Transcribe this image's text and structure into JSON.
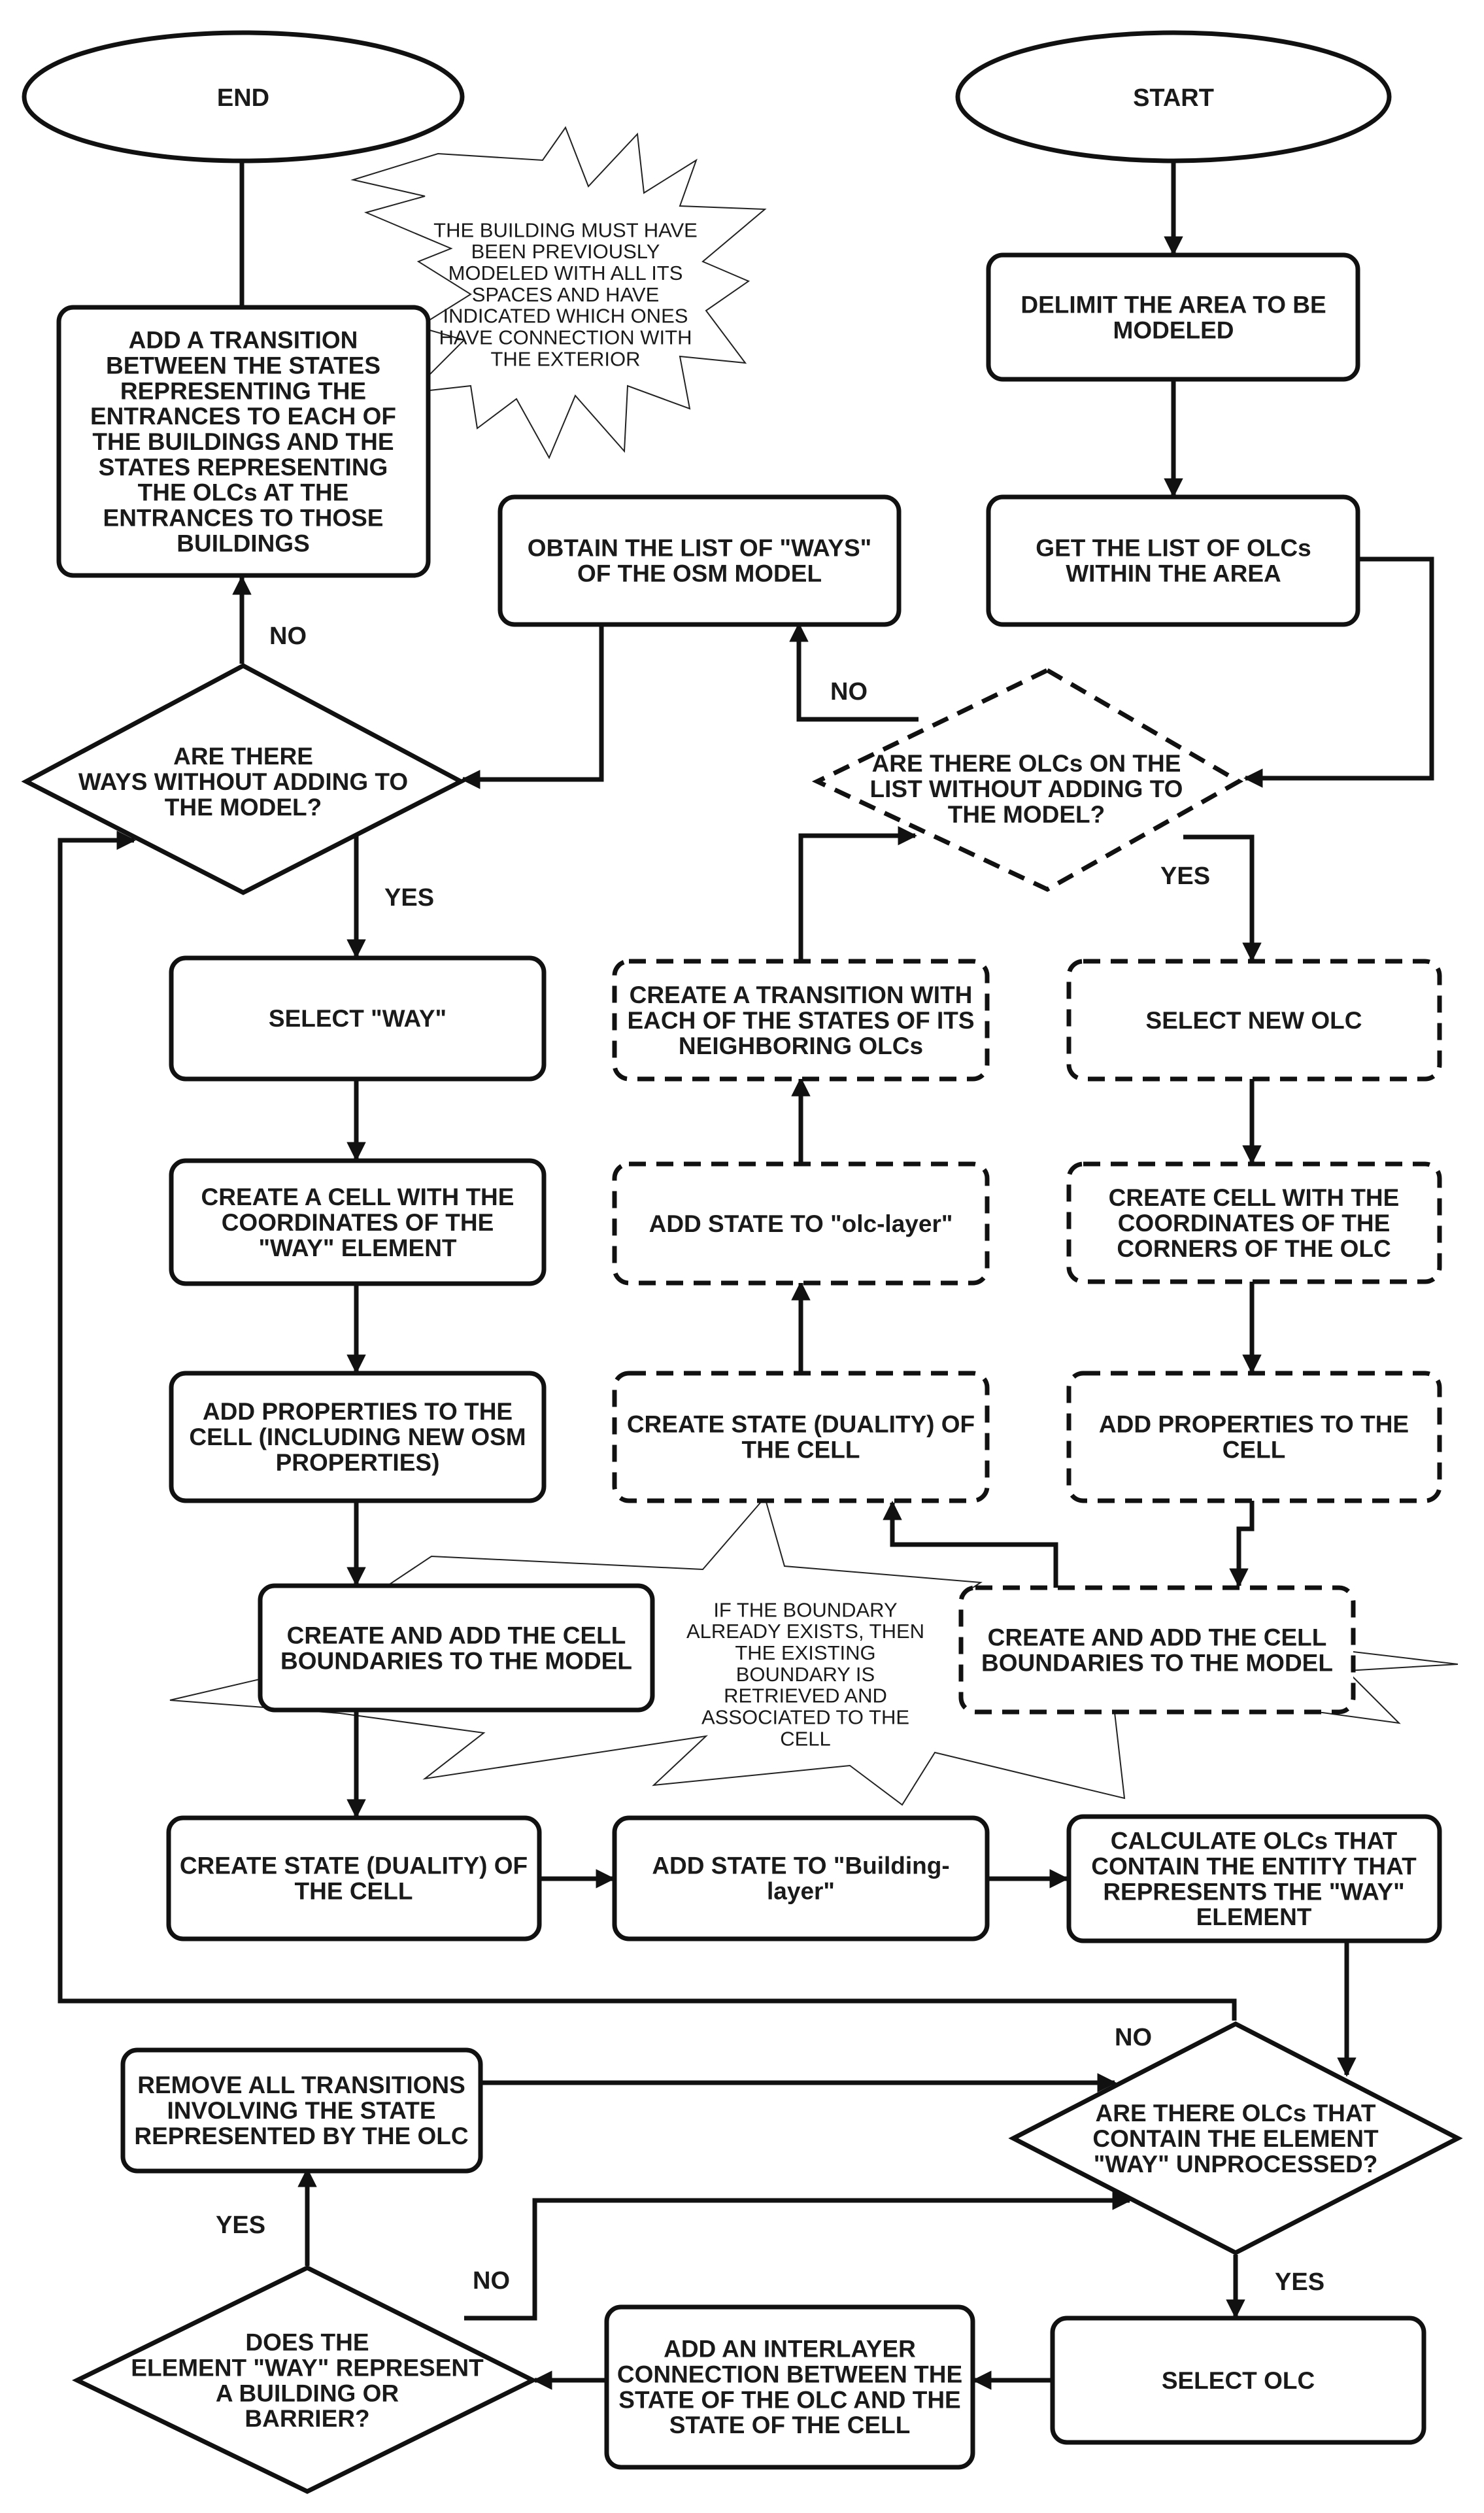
{
  "colors": {
    "stroke": "#111111",
    "fill": "#ffffff",
    "text": "#1a1a1a"
  },
  "nodes": {
    "end": "END",
    "start": "START",
    "delimit": [
      "DELIMIT THE AREA TO BE",
      "MODELED"
    ],
    "get_olcs": [
      "GET THE LIST OF OLCs",
      "WITHIN THE AREA"
    ],
    "obtain_ways": [
      "OBTAIN THE LIST OF \"WAYS\"",
      "OF THE OSM MODEL"
    ],
    "add_transition_buildings": [
      "ADD A TRANSITION",
      "BETWEEN THE STATES",
      "REPRESENTING THE",
      "ENTRANCES TO EACH OF",
      "THE BUILDINGS AND THE",
      "STATES REPRESENTING",
      "THE OLCs AT THE",
      "ENTRANCES TO THOSE",
      "BUILDINGS"
    ],
    "q_ways": [
      "ARE THERE",
      "WAYS WITHOUT ADDING TO",
      "THE MODEL?"
    ],
    "q_olcs": [
      "ARE THERE OLCs ON THE",
      "LIST WITHOUT ADDING TO",
      "THE MODEL?"
    ],
    "select_way": [
      "SELECT \"WAY\""
    ],
    "create_cell_way": [
      "CREATE A CELL WITH THE",
      "COORDINATES OF THE",
      "\"WAY\" ELEMENT"
    ],
    "add_props_way": [
      "ADD PROPERTIES TO THE",
      "CELL (INCLUDING NEW OSM",
      "PROPERTIES)"
    ],
    "boundaries_way": [
      "CREATE AND ADD THE CELL",
      "BOUNDARIES TO THE MODEL"
    ],
    "state_way": [
      "CREATE STATE (DUALITY) OF",
      "THE CELL"
    ],
    "add_state_building": [
      "ADD STATE TO \"Building-",
      "layer\""
    ],
    "calc_olcs": [
      "CALCULATE OLCs THAT",
      "CONTAIN THE ENTITY THAT",
      "REPRESENTS THE \"WAY\"",
      "ELEMENT"
    ],
    "create_transition_neighbors": [
      "CREATE A TRANSITION WITH",
      "EACH OF THE STATES OF ITS",
      "NEIGHBORING OLCs"
    ],
    "add_state_olc": [
      "ADD STATE TO \"olc-layer\""
    ],
    "state_olc": [
      "CREATE STATE (DUALITY) OF",
      "THE CELL"
    ],
    "select_olc_new": [
      "SELECT NEW OLC"
    ],
    "create_cell_olc": [
      "CREATE CELL WITH THE",
      "COORDINATES OF THE",
      "CORNERS OF THE OLC"
    ],
    "add_props_olc": [
      "ADD PROPERTIES TO THE",
      "CELL"
    ],
    "boundaries_olc": [
      "CREATE AND ADD THE CELL",
      "BOUNDARIES TO THE MODEL"
    ],
    "remove_transitions": [
      "REMOVE ALL TRANSITIONS",
      "INVOLVING THE STATE",
      "REPRESENTED BY THE OLC"
    ],
    "q_olcs_way": [
      "ARE THERE OLCs THAT",
      "CONTAIN THE ELEMENT",
      "\"WAY\" UNPROCESSED?"
    ],
    "select_olc": [
      "SELECT OLC"
    ],
    "interlayer": [
      "ADD AN INTERLAYER",
      "CONNECTION BETWEEN THE",
      "STATE OF THE OLC AND THE",
      "STATE OF THE CELL"
    ],
    "q_building": [
      "DOES THE",
      "ELEMENT \"WAY\" REPRESENT",
      "A BUILDING OR",
      "BARRIER?"
    ]
  },
  "notes": {
    "building_note": [
      "THE BUILDING MUST HAVE",
      "BEEN PREVIOUSLY",
      "MODELED WITH ALL ITS",
      "SPACES AND HAVE",
      "INDICATED WHICH ONES",
      "HAVE CONNECTION WITH",
      "THE EXTERIOR"
    ],
    "boundary_note": [
      "IF THE BOUNDARY",
      "ALREADY EXISTS, THEN",
      "THE EXISTING",
      "BOUNDARY IS",
      "RETRIEVED AND",
      "ASSOCIATED TO THE",
      "CELL"
    ]
  },
  "edge_labels": {
    "no_ways": "NO",
    "yes_ways": "YES",
    "no_olcs": "NO",
    "yes_olcs": "YES",
    "no_loop": "NO",
    "yes_olcs_way": "YES",
    "yes_building": "YES",
    "no_building": "NO"
  }
}
